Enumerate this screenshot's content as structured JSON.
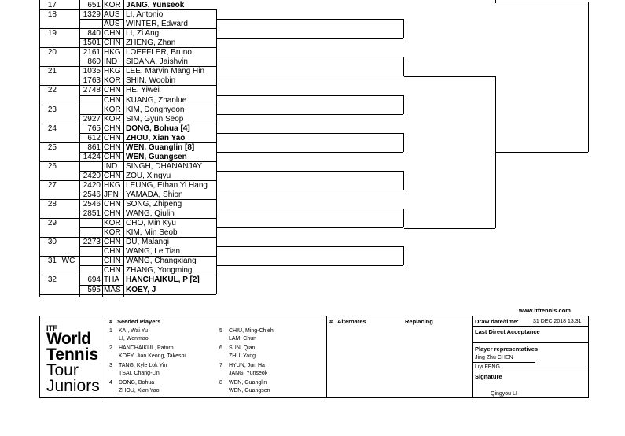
{
  "draw": [
    {
      "pos": "17",
      "entry": "",
      "rank": "651",
      "nat": "KOR",
      "name": "JANG, Yunseok",
      "bold": true
    },
    {
      "pos": "18",
      "entry": "",
      "rank": "1329",
      "nat": "AUS",
      "name": "LI, Antonio",
      "bold": false
    },
    {
      "pos": "",
      "entry": "",
      "rank": "",
      "nat": "AUS",
      "name": "WINTER, Edward",
      "bold": false
    },
    {
      "pos": "19",
      "entry": "",
      "rank": "840",
      "nat": "CHN",
      "name": "LI, Zi Ang",
      "bold": false
    },
    {
      "pos": "",
      "entry": "",
      "rank": "1501",
      "nat": "CHN",
      "name": "ZHENG, Zhan",
      "bold": false
    },
    {
      "pos": "20",
      "entry": "",
      "rank": "2161",
      "nat": "HKG",
      "name": "LOEFFLER, Bruno",
      "bold": false
    },
    {
      "pos": "",
      "entry": "",
      "rank": "860",
      "nat": "IND",
      "name": "SIDANA, Jaishvin",
      "bold": false
    },
    {
      "pos": "21",
      "entry": "",
      "rank": "1035",
      "nat": "HKG",
      "name": "LEE, Marvin Mang Hin",
      "bold": false
    },
    {
      "pos": "",
      "entry": "",
      "rank": "1763",
      "nat": "KOR",
      "name": "SHIN, Woobin",
      "bold": false
    },
    {
      "pos": "22",
      "entry": "",
      "rank": "2748",
      "nat": "CHN",
      "name": "HE, Yiwei",
      "bold": false
    },
    {
      "pos": "",
      "entry": "",
      "rank": "",
      "nat": "CHN",
      "name": "KUANG, Zhanlue",
      "bold": false
    },
    {
      "pos": "23",
      "entry": "",
      "rank": "",
      "nat": "KOR",
      "name": "KIM, Donghyeon",
      "bold": false
    },
    {
      "pos": "",
      "entry": "",
      "rank": "2927",
      "nat": "KOR",
      "name": "SIM, Gyun Seop",
      "bold": false
    },
    {
      "pos": "24",
      "entry": "",
      "rank": "765",
      "nat": "CHN",
      "name": "DONG, Bohua [4]",
      "bold": true
    },
    {
      "pos": "",
      "entry": "",
      "rank": "612",
      "nat": "CHN",
      "name": "ZHOU, Xian Yao",
      "bold": true
    },
    {
      "pos": "25",
      "entry": "",
      "rank": "861",
      "nat": "CHN",
      "name": "WEN, Guanglin [8]",
      "bold": true
    },
    {
      "pos": "",
      "entry": "",
      "rank": "1424",
      "nat": "CHN",
      "name": "WEN, Guangsen",
      "bold": true
    },
    {
      "pos": "26",
      "entry": "",
      "rank": "",
      "nat": "IND",
      "name": "SINGH, DHANANJAY",
      "bold": false
    },
    {
      "pos": "",
      "entry": "",
      "rank": "2420",
      "nat": "CHN",
      "name": "ZOU, Xingyu",
      "bold": false
    },
    {
      "pos": "27",
      "entry": "",
      "rank": "2420",
      "nat": "HKG",
      "name": "LEUNG, Ethan Yi Hang",
      "bold": false
    },
    {
      "pos": "",
      "entry": "",
      "rank": "2546",
      "nat": "JPN",
      "name": "YAMADA, Shion",
      "bold": false
    },
    {
      "pos": "28",
      "entry": "",
      "rank": "2546",
      "nat": "CHN",
      "name": "SONG, Zhipeng",
      "bold": false
    },
    {
      "pos": "",
      "entry": "",
      "rank": "2851",
      "nat": "CHN",
      "name": "WANG, Qiulin",
      "bold": false
    },
    {
      "pos": "29",
      "entry": "",
      "rank": "",
      "nat": "KOR",
      "name": "CHO, Min Kyu",
      "bold": false
    },
    {
      "pos": "",
      "entry": "",
      "rank": "",
      "nat": "KOR",
      "name": "KIM, Min Seob",
      "bold": false
    },
    {
      "pos": "30",
      "entry": "",
      "rank": "2273",
      "nat": "CHN",
      "name": "DU, Malanqi",
      "bold": false
    },
    {
      "pos": "",
      "entry": "",
      "rank": "",
      "nat": "CHN",
      "name": "WANG, Le Tian",
      "bold": false
    },
    {
      "pos": "31",
      "entry": "WC",
      "rank": "",
      "nat": "CHN",
      "name": "WANG, Changxiang",
      "bold": false
    },
    {
      "pos": "",
      "entry": "",
      "rank": "",
      "nat": "CHN",
      "name": "ZHANG, Yongming",
      "bold": false
    },
    {
      "pos": "32",
      "entry": "",
      "rank": "694",
      "nat": "THA",
      "name": "HANCHAIKUL, P [2]",
      "bold": true
    },
    {
      "pos": "",
      "entry": "",
      "rank": "595",
      "nat": "MAS",
      "name": "KOEY, J",
      "bold": true
    }
  ],
  "url": "www.itftennis.com",
  "logo": {
    "itf": "ITF",
    "l1": "World",
    "l2": "Tennis",
    "l3": "Tour",
    "l4": "Juniors"
  },
  "seeded": {
    "title": "Seeded Players",
    "hash": "#",
    "col1": [
      {
        "n": "1",
        "a": "KAI, Wai Yu",
        "b": "LI, Wenmao"
      },
      {
        "n": "2",
        "a": "HANCHAIKUL, Patorn",
        "b": "KOEY, Jian Keong, Takeshi"
      },
      {
        "n": "3",
        "a": "TANG, Kyle Lok Yin",
        "b": "TSAI, Chang-Lin"
      },
      {
        "n": "4",
        "a": "DONG, Bohua",
        "b": "ZHOU, Xian Yao"
      }
    ],
    "col2": [
      {
        "n": "5",
        "a": "CHIU, Ming-Chieh",
        "b": "LAM, Chun"
      },
      {
        "n": "6",
        "a": "SUN, Qian",
        "b": "ZHU, Yang"
      },
      {
        "n": "7",
        "a": "HYUN, Jun Ha",
        "b": "JANG, Yunseok"
      },
      {
        "n": "8",
        "a": "WEN, Guanglin",
        "b": "WEN, Guangsen"
      }
    ]
  },
  "alternates": {
    "hash": "#",
    "title": "Alternates",
    "replacing": "Replacing"
  },
  "info": {
    "draw_date_label": "Draw date/time:",
    "draw_date": "31 DEC 2018 13:31",
    "last_da": "Last Direct Acceptance",
    "reps_title": "Player representatives",
    "rep1": "Jing Zhu CHEN",
    "rep2": "Liyi FENG",
    "sig_title": "Signature",
    "sig_name": "Qingyou LI"
  }
}
